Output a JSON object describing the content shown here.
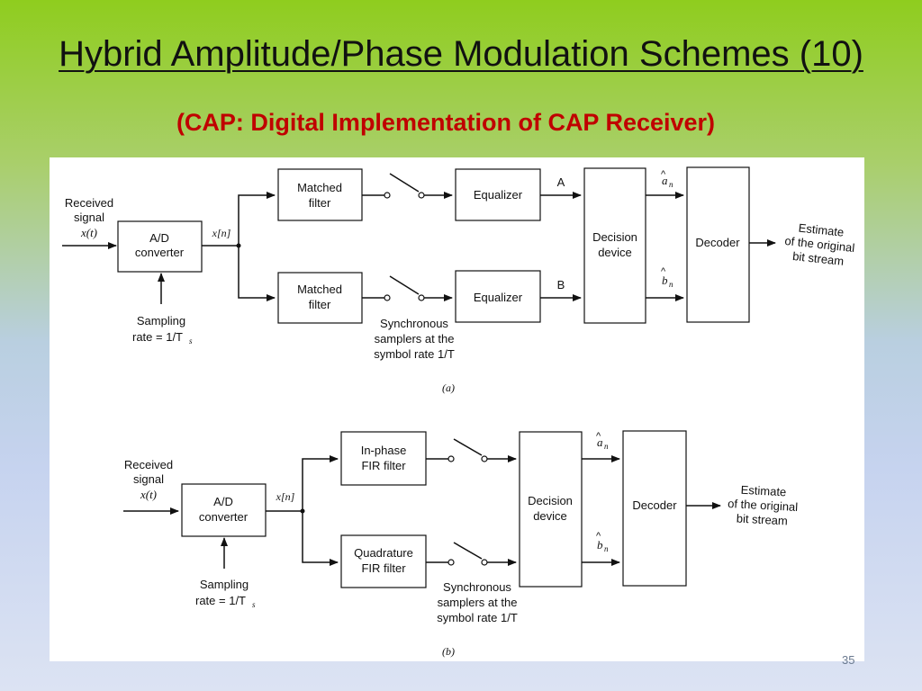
{
  "slide": {
    "title": "Hybrid Amplitude/Phase Modulation Schemes (10)",
    "subtitle": "(CAP: Digital Implementation of CAP Receiver)",
    "page_number": "35"
  },
  "diagram_a": {
    "caption": "(a)",
    "input_label": [
      "Received",
      "signal",
      "x(t)"
    ],
    "ad_box": [
      "A/D",
      "converter"
    ],
    "xn_label": "x[n]",
    "sampling_label": [
      "Sampling",
      "rate = 1/T",
      "s"
    ],
    "top_filter": [
      "Matched",
      "filter"
    ],
    "bottom_filter": [
      "Matched",
      "filter"
    ],
    "top_equalizer": "Equalizer",
    "bottom_equalizer": "Equalizer",
    "label_A": "A",
    "label_B": "B",
    "sampler_label": [
      "Synchronous",
      "samplers at the",
      "symbol rate 1/T"
    ],
    "decision_box": [
      "Decision",
      "device"
    ],
    "a_hat": "a",
    "b_hat": "b",
    "subscript_n": "n",
    "decoder_box": "Decoder",
    "output_label": [
      "Estimate",
      "of the original",
      "bit stream"
    ]
  },
  "diagram_b": {
    "caption": "(b)",
    "input_label": [
      "Received",
      "signal",
      "x(t)"
    ],
    "ad_box": [
      "A/D",
      "converter"
    ],
    "xn_label": "x[n]",
    "sampling_label": [
      "Sampling",
      "rate = 1/T",
      "s"
    ],
    "top_filter": [
      "In-phase",
      "FIR filter"
    ],
    "bottom_filter": [
      "Quadrature",
      "FIR filter"
    ],
    "sampler_label": [
      "Synchronous",
      "samplers at the",
      "symbol rate 1/T"
    ],
    "decision_box": [
      "Decision",
      "device"
    ],
    "a_hat": "a",
    "b_hat": "b",
    "subscript_n": "n",
    "decoder_box": "Decoder",
    "output_label": [
      "Estimate",
      "of the original",
      "bit stream"
    ]
  }
}
